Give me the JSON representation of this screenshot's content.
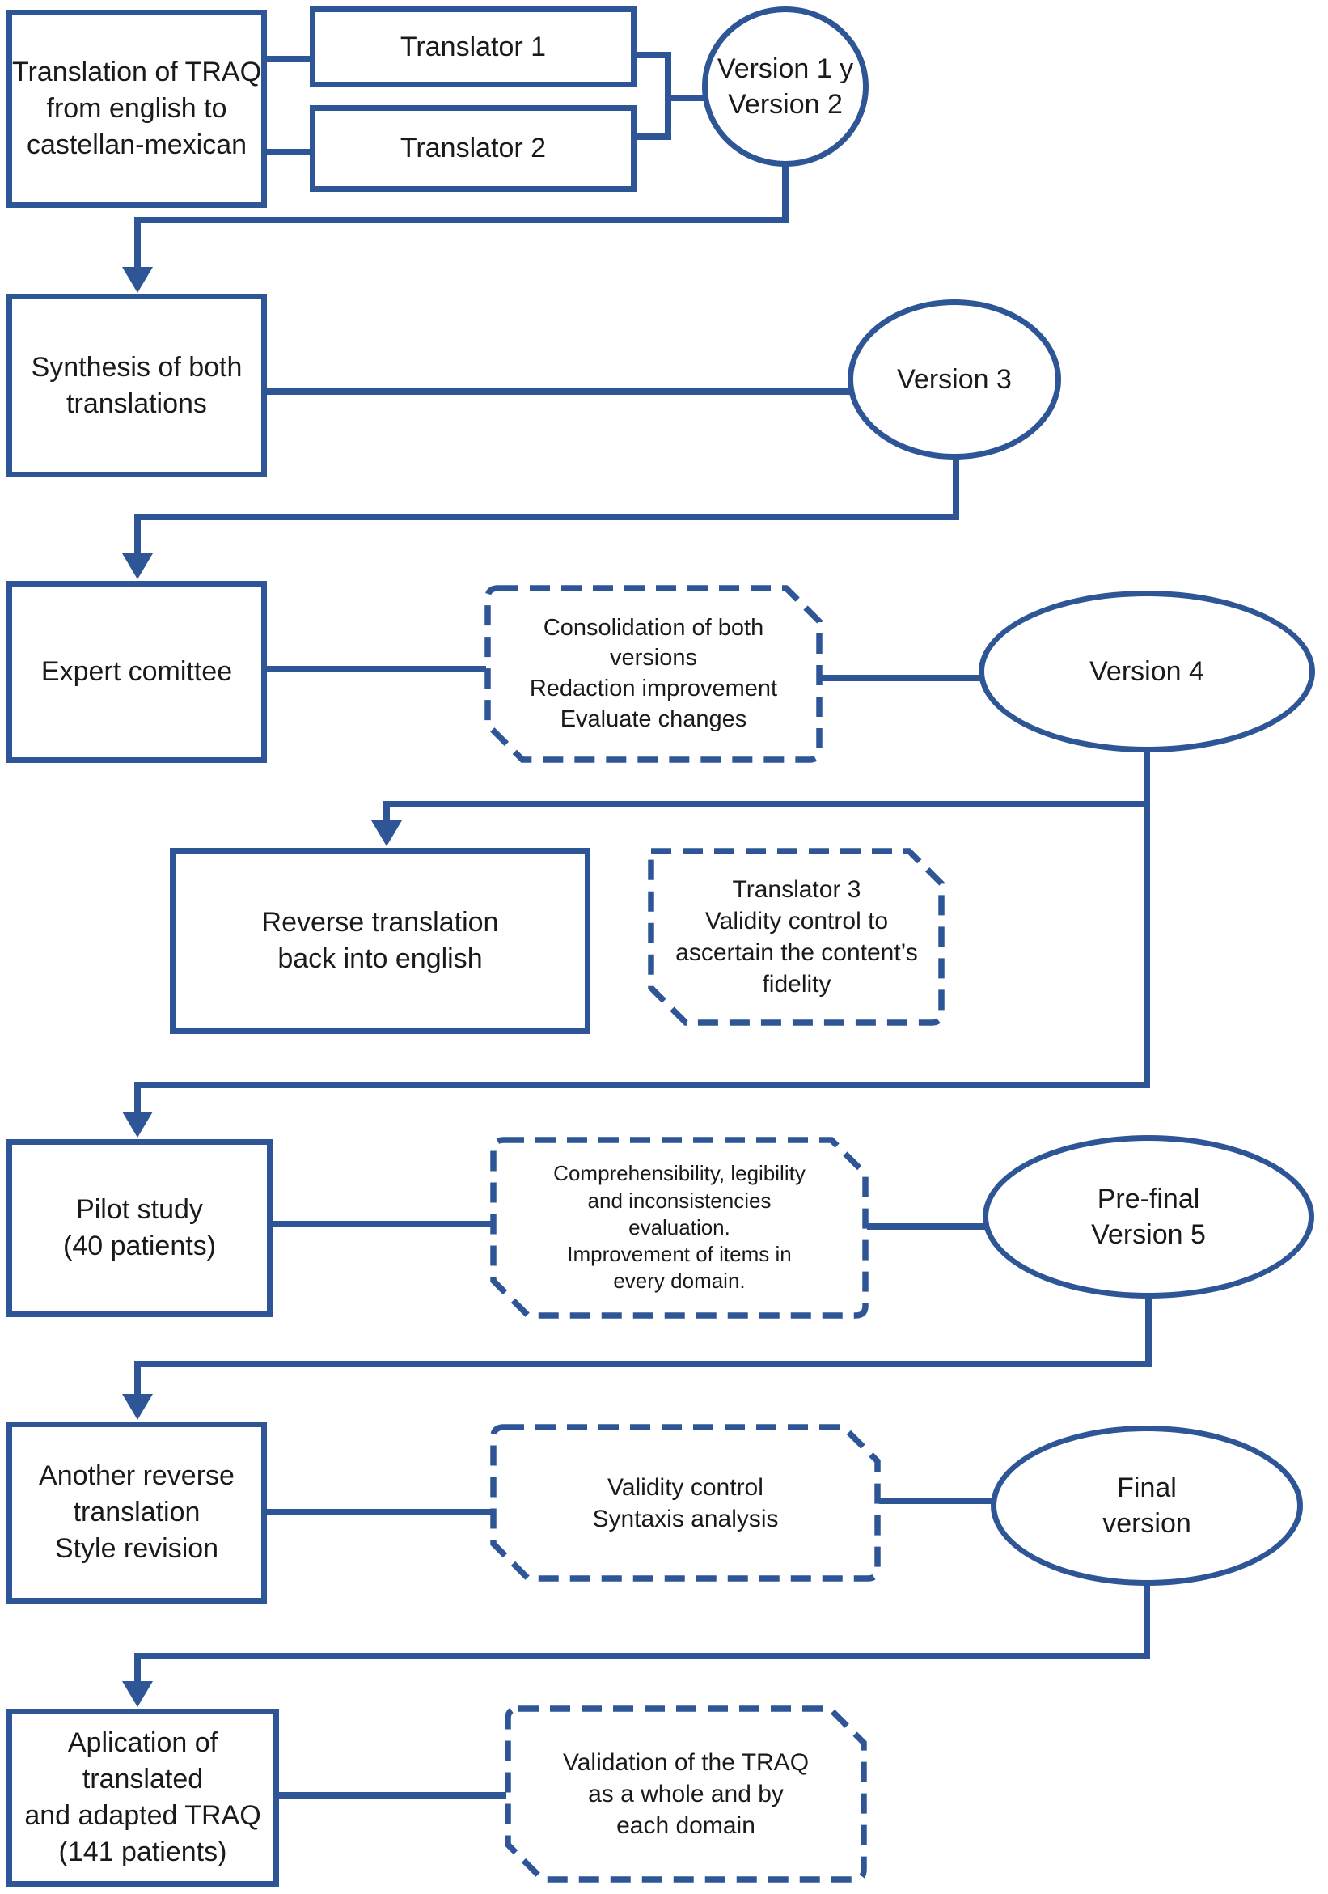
{
  "diagram_title": "TRAQ translation and cross-cultural adaptation flowchart",
  "colors": {
    "accent": "#2e5696",
    "text": "#1a1a1a",
    "background": "#ffffff"
  },
  "boxes": {
    "translation": "Translation of TRAQ\nfrom english to\ncastellan-mexican",
    "translator1": "Translator 1",
    "translator2": "Translator 2",
    "synthesis": "Synthesis of both\ntranslations",
    "expert": "Expert comittee",
    "reverse": "Reverse translation\nback into english",
    "pilot": "Pilot study\n(40 patients)",
    "another_reverse": "Another reverse\ntranslation\nStyle revision",
    "application": "Aplication of translated\nand adapted TRAQ\n(141 patients)"
  },
  "ellipses": {
    "v12": "Version 1 y\nVersion 2",
    "v3": "Version 3",
    "v4": "Version 4",
    "v5": "Pre-final\nVersion 5",
    "final": "Final\nversion"
  },
  "notes": {
    "consolidation": "Consolidation of both\nversions\nRedaction improvement\nEvaluate changes",
    "translator3": "Translator 3\nValidity control to\nascertain the content’s\nfidelity",
    "comprehensibility": "Comprehensibility, legibility\nand inconsistencies\nevaluation.\nImprovement of items in\nevery domain.",
    "validity": "Validity control\nSyntaxis analysis",
    "validation": "Validation of the TRAQ\nas a whole and by\neach domain"
  }
}
